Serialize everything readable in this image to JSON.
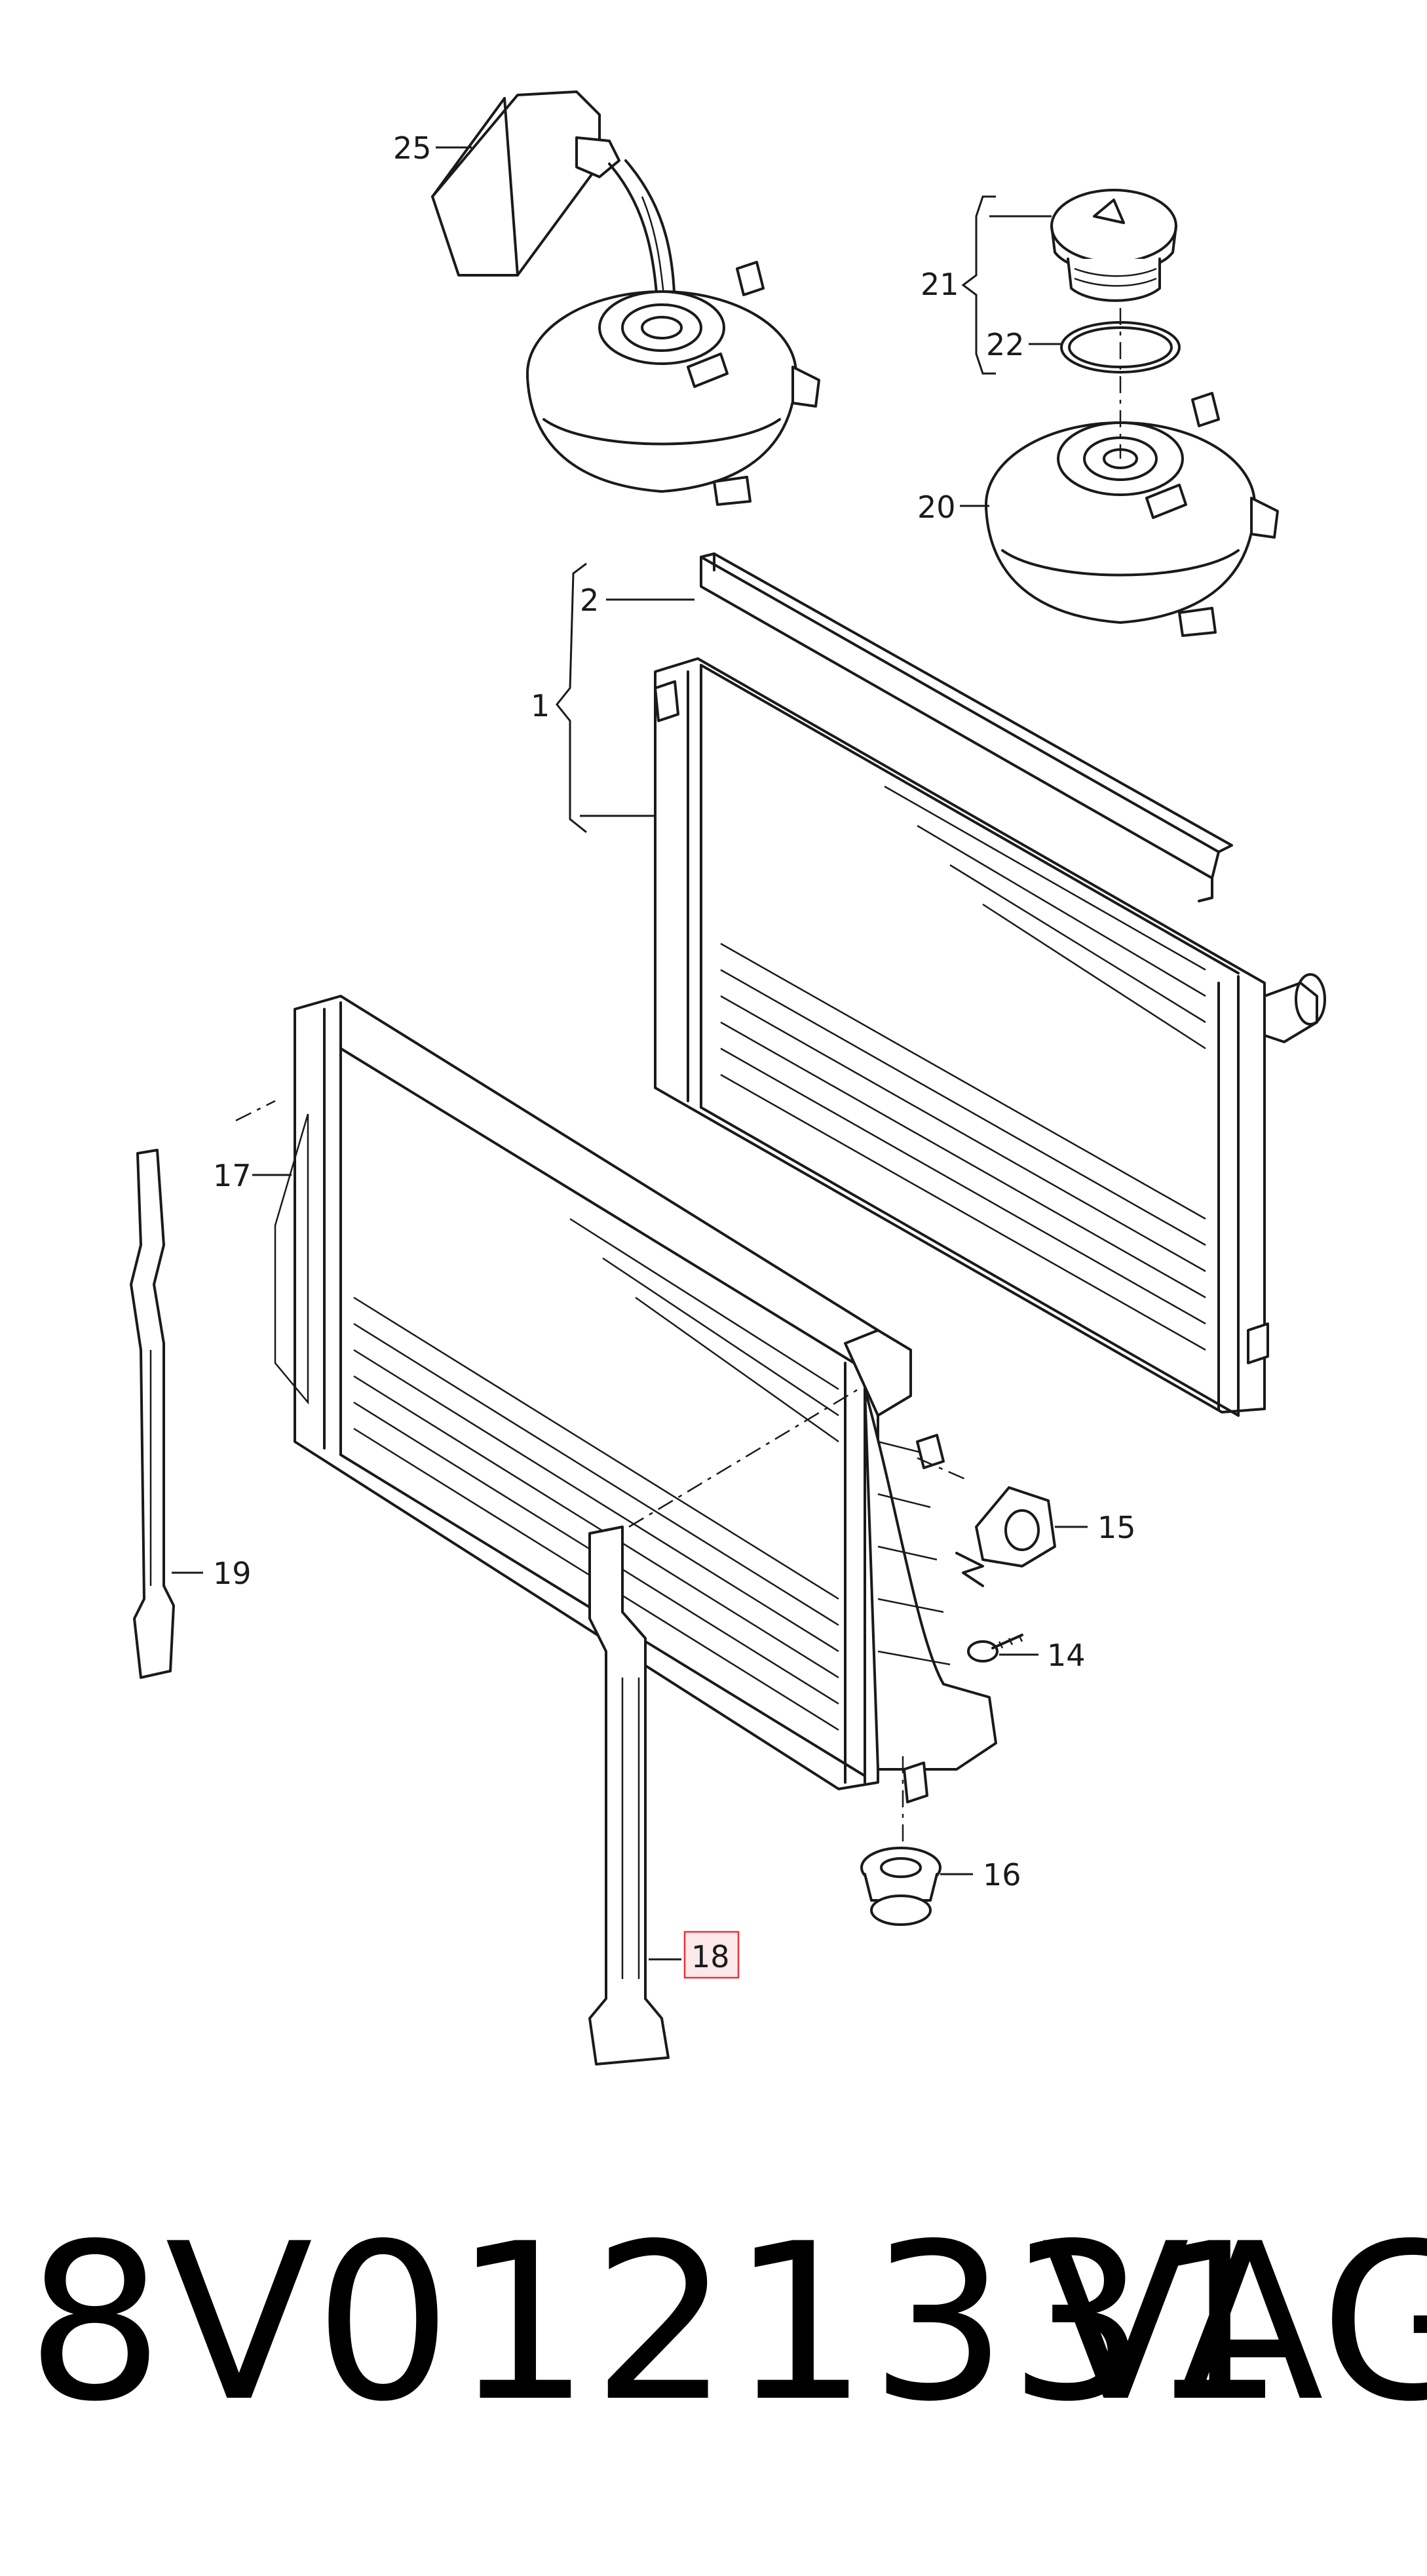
{
  "diagram": {
    "callouts": {
      "c25": "25",
      "c21": "21",
      "c22": "22",
      "c20": "20",
      "c2": "2",
      "c1": "1",
      "c17": "17",
      "c19": "19",
      "c15": "15",
      "c14": "14",
      "c16": "16",
      "c18": "18"
    },
    "highlight_color": "#e8323c",
    "highlight_fill": "#fde8ea"
  },
  "footer": {
    "part_number": "8V0121331",
    "brand": "VAG"
  }
}
